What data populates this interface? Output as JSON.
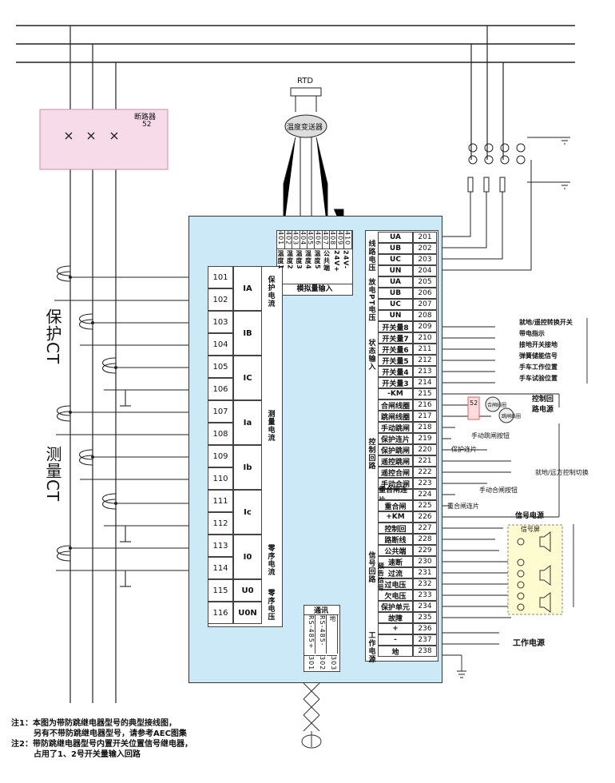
{
  "breaker": {
    "title": "断路器",
    "num": "52"
  },
  "rtd": {
    "label": "RTD",
    "transmitter": "温度变送器"
  },
  "ct": {
    "protect": "保护CT",
    "measure": "测量CT"
  },
  "analog": {
    "terms": [
      "401",
      "402",
      "403",
      "404",
      "405",
      "406",
      "407",
      "408",
      "409",
      "410"
    ],
    "names": [
      "温度1",
      "温度2",
      "温度3",
      "温度4",
      "温度5",
      "公共端",
      "24V+",
      "24V-"
    ],
    "title": "模拟量输入"
  },
  "left_rows": [
    {
      "term": "101",
      "sym": "IA",
      "grp": "保护电流"
    },
    {
      "term": "102"
    },
    {
      "term": "103",
      "sym": "IB"
    },
    {
      "term": "104"
    },
    {
      "term": "105",
      "sym": "IC"
    },
    {
      "term": "106"
    },
    {
      "term": "107",
      "sym": "Ia",
      "grp": "测量电流"
    },
    {
      "term": "108"
    },
    {
      "term": "109",
      "sym": "Ib"
    },
    {
      "term": "110"
    },
    {
      "term": "111",
      "sym": "Ic"
    },
    {
      "term": "112"
    },
    {
      "term": "113",
      "sym": "I0",
      "grp": "零序电流"
    },
    {
      "term": "114"
    },
    {
      "term": "115",
      "sym": "U0",
      "grp": "零序电压"
    },
    {
      "term": "116",
      "sym": "U0N"
    }
  ],
  "groups": {
    "line_v": "线路电压",
    "disch_v": "放电PT电压",
    "status": "状态输入",
    "control": "控制回路",
    "signal": "信号回路",
    "power": "工作电源",
    "comm": "通讯"
  },
  "right_rows": [
    {
      "name": "UA",
      "term": "201"
    },
    {
      "name": "UB",
      "term": "202"
    },
    {
      "name": "UC",
      "term": "203"
    },
    {
      "name": "UN",
      "term": "204"
    },
    {
      "name": "UA",
      "term": "205"
    },
    {
      "name": "UB",
      "term": "206"
    },
    {
      "name": "UC",
      "term": "207"
    },
    {
      "name": "UN",
      "term": "208"
    },
    {
      "name": "开关量8",
      "term": "209"
    },
    {
      "name": "开关量7",
      "term": "210"
    },
    {
      "name": "开关量6",
      "term": "211"
    },
    {
      "name": "开关量5",
      "term": "212"
    },
    {
      "name": "开关量4",
      "term": "213"
    },
    {
      "name": "开关量3",
      "term": "214"
    },
    {
      "name": "-KM",
      "term": "215"
    },
    {
      "name": "合闸线圈",
      "term": "216"
    },
    {
      "name": "跳闸线圈",
      "term": "217"
    },
    {
      "name": "手动跳闸",
      "term": "218"
    },
    {
      "name": "保护连片",
      "term": "219"
    },
    {
      "name": "保护跳闸",
      "term": "220"
    },
    {
      "name": "遥控跳闸",
      "term": "221"
    },
    {
      "name": "遥控合闸",
      "term": "222"
    },
    {
      "name": "手动合闸",
      "term": "223"
    },
    {
      "name": "重合闸连片",
      "term": "224"
    },
    {
      "name": "重合闸",
      "term": "225"
    },
    {
      "name": "+KM",
      "term": "226"
    },
    {
      "name": "控制回",
      "term": "227"
    },
    {
      "name": "路断线",
      "term": "228"
    },
    {
      "name": "公共端",
      "term": "229"
    },
    {
      "name": "速断",
      "term": "230"
    },
    {
      "name": "过流",
      "term": "231"
    },
    {
      "name": "过电压",
      "term": "232"
    },
    {
      "name": "欠电压",
      "term": "233"
    },
    {
      "name": "保护单元",
      "term": "234"
    },
    {
      "name": "故障",
      "term": "235"
    },
    {
      "name": "+",
      "term": "236"
    },
    {
      "name": "-",
      "term": "237"
    },
    {
      "name": "地",
      "term": "238"
    }
  ],
  "warning_label": "预告信号",
  "comm": {
    "terms": [
      "301",
      "302",
      "303"
    ],
    "names": [
      "RS-485+",
      "RS-485-",
      "地"
    ]
  },
  "ext": {
    "status": [
      "就地/遥控转换开关",
      "带电指示",
      "接地开关接地",
      "弹簧储能信号",
      "手车工作位置",
      "手车试验位置"
    ],
    "ctrl_power": "控制回路电源",
    "hand_trip": "手动跳闸按钮",
    "protect_plate": "保护连片",
    "local_remote": "就地/远方控制切换",
    "hand_close": "手动合闸按钮",
    "reclose_plate": "重合闸连片",
    "sig_power": "信号电源",
    "sig_screen": "信号屏",
    "work_power": "工作电源",
    "he": "合闸线圈",
    "tiao": "跳闸线圈",
    "b52": "52"
  },
  "notes": [
    "注1：本图为带防跳继电器型号的典型接线图，",
    "另有不带防跳继电器型号，请参考AEC图集",
    "注2：带防跳继电器型号内置开关位置信号继电器，",
    "占用了1、2号开关量输入回路"
  ]
}
